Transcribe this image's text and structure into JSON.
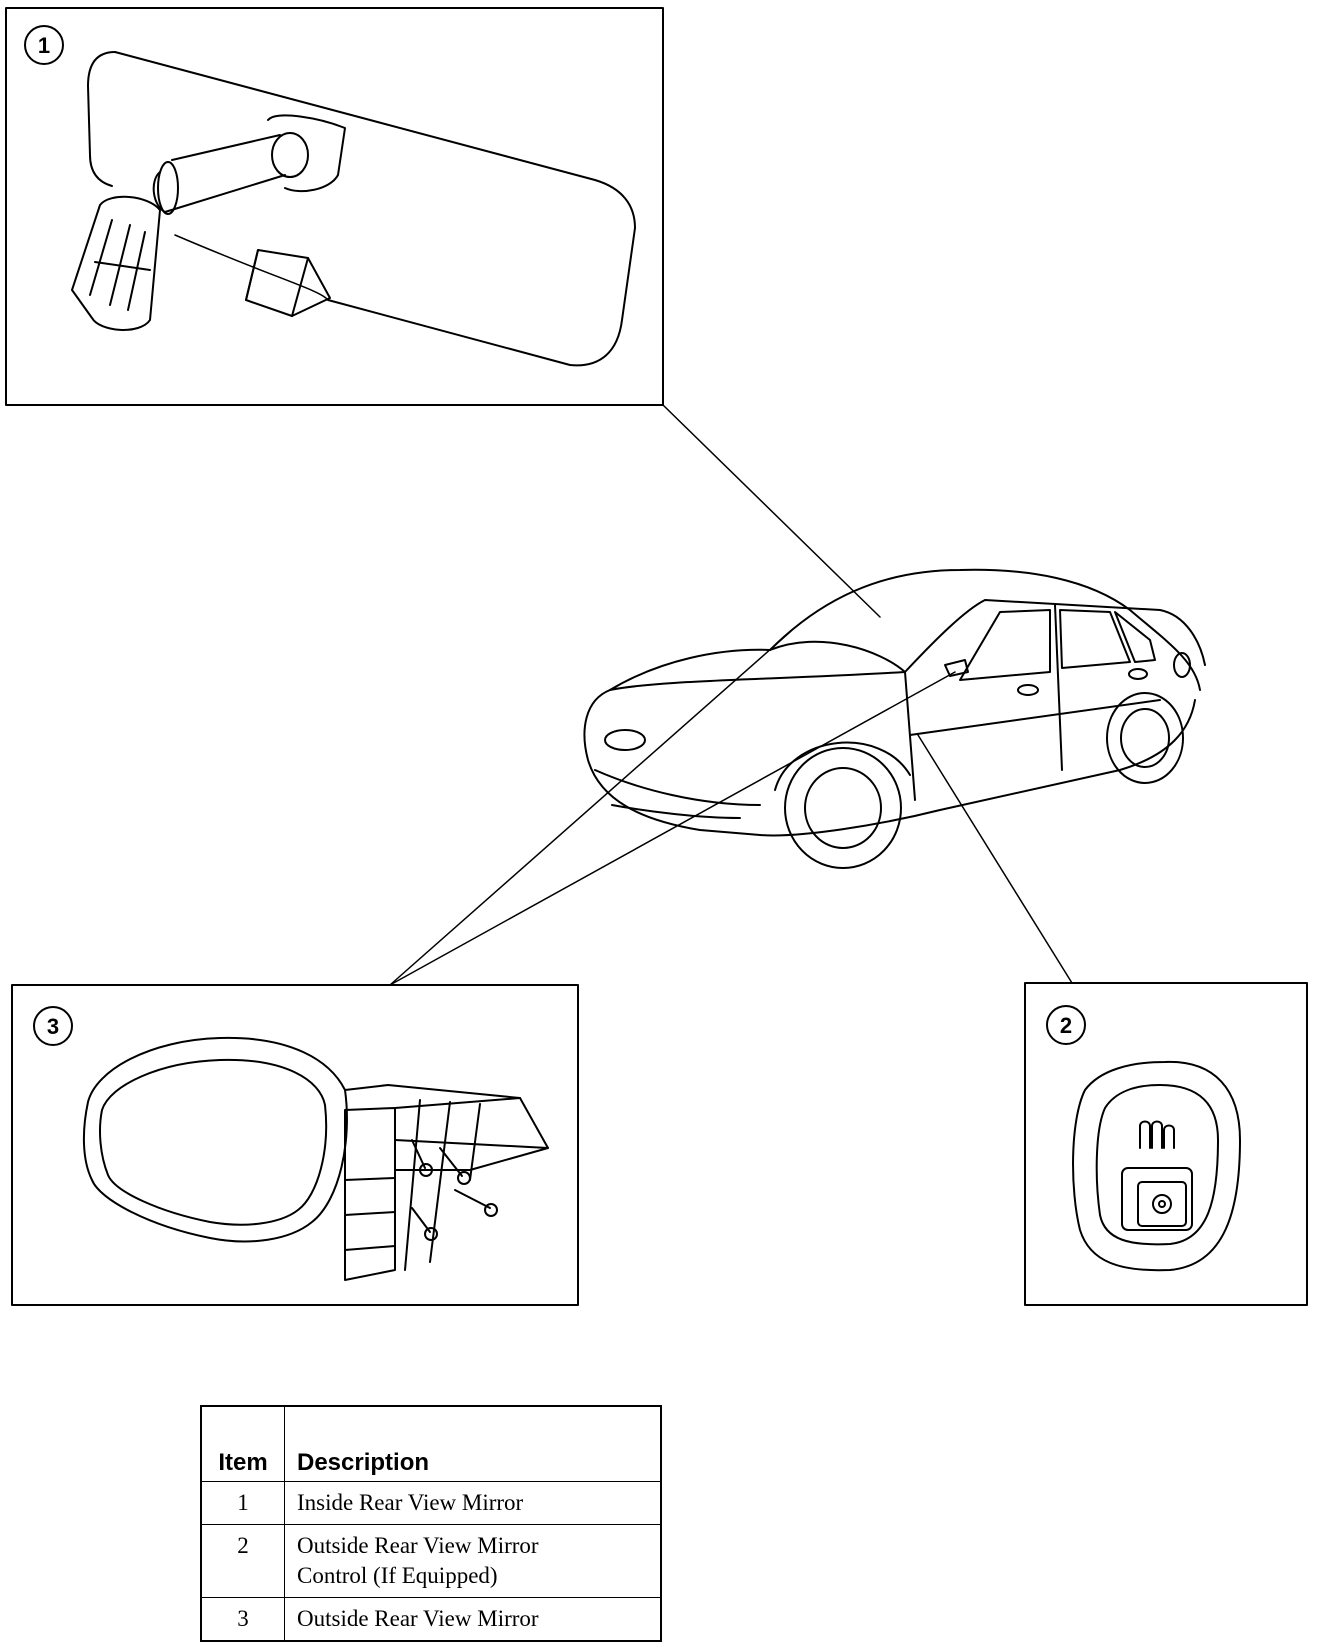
{
  "callouts": {
    "c1": "1",
    "c2": "2",
    "c3": "3"
  },
  "legend": {
    "headers": {
      "item": "Item",
      "description": "Description"
    },
    "rows": [
      {
        "item": "1",
        "description": "Inside Rear View Mirror"
      },
      {
        "item": "2",
        "description": "Outside Rear View Mirror\nControl (If Equipped)"
      },
      {
        "item": "3",
        "description": "Outside Rear View Mirror"
      }
    ]
  },
  "colors": {
    "line": "#000000",
    "background": "#ffffff"
  },
  "icons": [
    "inside-rear-view-mirror-icon",
    "vehicle-icon",
    "outside-mirror-icon",
    "mirror-control-switch-icon"
  ]
}
